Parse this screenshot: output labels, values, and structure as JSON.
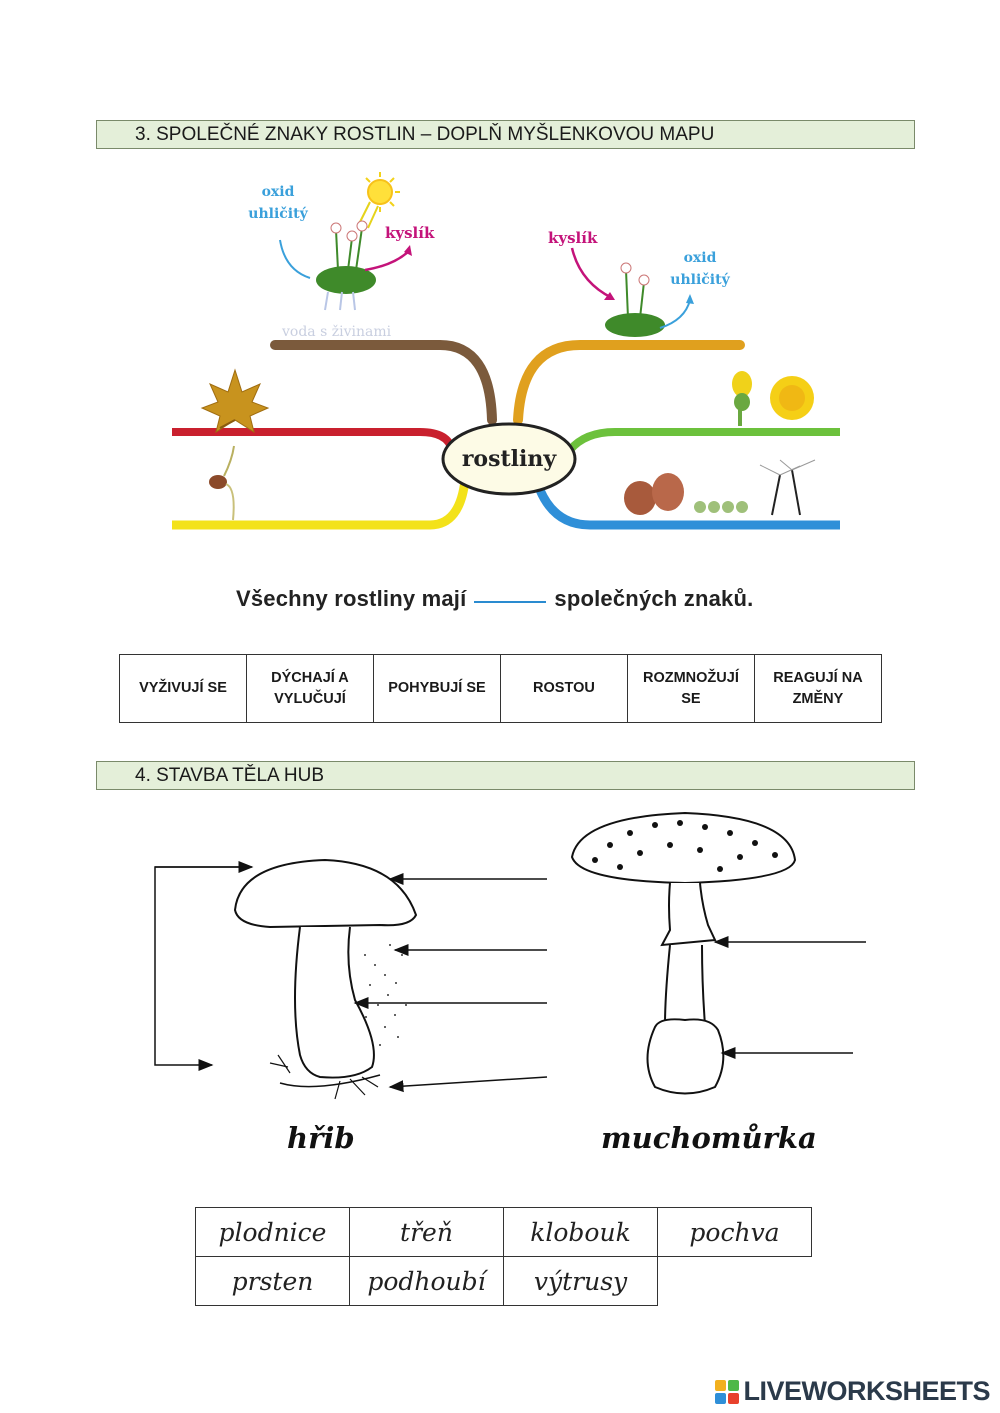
{
  "section3": {
    "title": "3.  SPOLEČNÉ ZNAKY ROSTLIN – DOPLŇ MYŠLENKOVOU MAPU"
  },
  "mindmap": {
    "center": "rostliny",
    "left_plant": {
      "co2": "oxid uhličitý",
      "o2": "kyslík",
      "water": "voda s živinami"
    },
    "right_plant": {
      "o2": "kyslík",
      "co2": "oxid uhličitý"
    },
    "branch_colors": [
      "#7b5a3c",
      "#c9202e",
      "#f3e21a",
      "#e0a01e",
      "#6cc13c",
      "#2f8fd8"
    ]
  },
  "sentence": {
    "before": "Všechny rostliny mají",
    "after": "společných znaků."
  },
  "traits": [
    "VYŽIVUJÍ SE",
    "DÝCHAJÍ A VYLUČUJÍ",
    "POHYBUJÍ SE",
    "ROSTOU",
    "ROZMNOŽUJÍ SE",
    "REAGUJÍ NA ZMĚNY"
  ],
  "section4": {
    "title": "4.  STAVBA TĚLA HUB"
  },
  "labels": {
    "hrib": "hřib",
    "muchomurka": "muchomůrka"
  },
  "words": {
    "row1": [
      "plodnice",
      "třeň",
      "klobouk",
      "pochva"
    ],
    "row2": [
      "prsten",
      "podhoubí",
      "výtrusy"
    ]
  },
  "logo": {
    "text": "LIVEWORKSHEETS",
    "colors": [
      "#f2b01e",
      "#4fb848",
      "#2f8fd8",
      "#e8412c"
    ]
  }
}
